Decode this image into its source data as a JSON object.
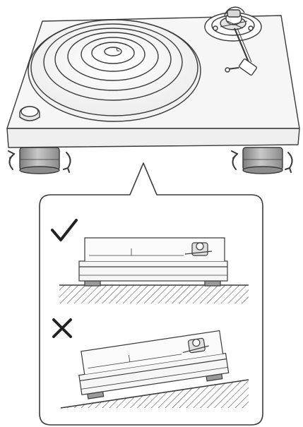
{
  "colors": {
    "line": "#3a3a3a",
    "body_fill": "#f6f6f6",
    "foot_fill": "#9a9a9a",
    "foot_light": "#d0d0d0",
    "background": "#ffffff"
  },
  "icons": {
    "correct": "check-mark-icon",
    "incorrect": "cross-mark-icon",
    "rotate": "rotate-arrow-icon"
  },
  "panels": [
    {
      "name": "level-example",
      "status": "correct"
    },
    {
      "name": "tilted-example",
      "status": "incorrect"
    }
  ]
}
